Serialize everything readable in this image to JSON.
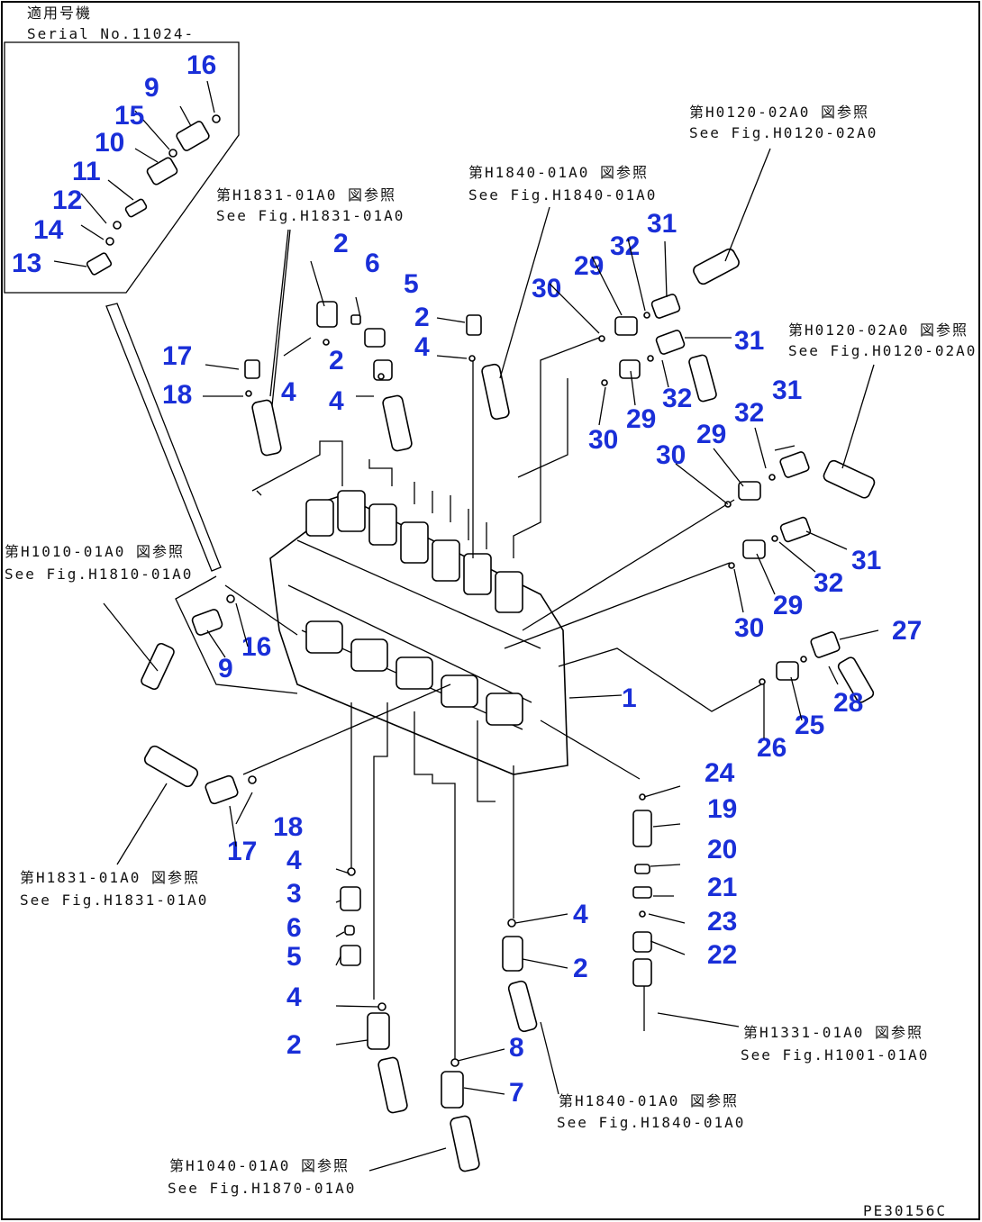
{
  "inset": {
    "title_jp": "適用号機",
    "serial": "Serial No.11024-"
  },
  "references": [
    {
      "id": "ref-h1831-top",
      "jp": "第H1831-01A0 図参照",
      "en": "See Fig.H1831-01A0"
    },
    {
      "id": "ref-h1840-top",
      "jp": "第H1840-01A0 図参照",
      "en": "See Fig.H1840-01A0"
    },
    {
      "id": "ref-h0120-top",
      "jp": "第H0120-02A0 図参照",
      "en": "See Fig.H0120-02A0"
    },
    {
      "id": "ref-h0120-right",
      "jp": "第H0120-02A0 図参照",
      "en": "See Fig.H0120-02A0"
    },
    {
      "id": "ref-h1010-left",
      "jp": "第H1010-01A0 図参照",
      "en": "See Fig.H1810-01A0"
    },
    {
      "id": "ref-h1831-bottom",
      "jp": "第H1831-01A0 図参照",
      "en": "See Fig.H1831-01A0"
    },
    {
      "id": "ref-h1331-bottom",
      "jp": "第H1331-01A0 図参照",
      "en": "See Fig.H1001-01A0"
    },
    {
      "id": "ref-h1840-bottom",
      "jp": "第H1840-01A0 図参照",
      "en": "See Fig.H1840-01A0"
    },
    {
      "id": "ref-h1040-bottom",
      "jp": "第H1040-01A0 図参照",
      "en": "See Fig.H1870-01A0"
    }
  ],
  "callouts": [
    "16",
    "9",
    "15",
    "10",
    "11",
    "12",
    "14",
    "13",
    "2",
    "6",
    "5",
    "2",
    "4",
    "17",
    "18",
    "4",
    "2",
    "4",
    "30",
    "29",
    "32",
    "31",
    "31",
    "30",
    "29",
    "32",
    "31",
    "32",
    "29",
    "30",
    "31",
    "32",
    "29",
    "30",
    "27",
    "16",
    "9",
    "1",
    "28",
    "25",
    "26",
    "24",
    "19",
    "20",
    "21",
    "23",
    "22",
    "18",
    "17",
    "4",
    "3",
    "6",
    "5",
    "4",
    "2",
    "4",
    "2",
    "8",
    "7"
  ],
  "drawing_code": "PE30156C"
}
